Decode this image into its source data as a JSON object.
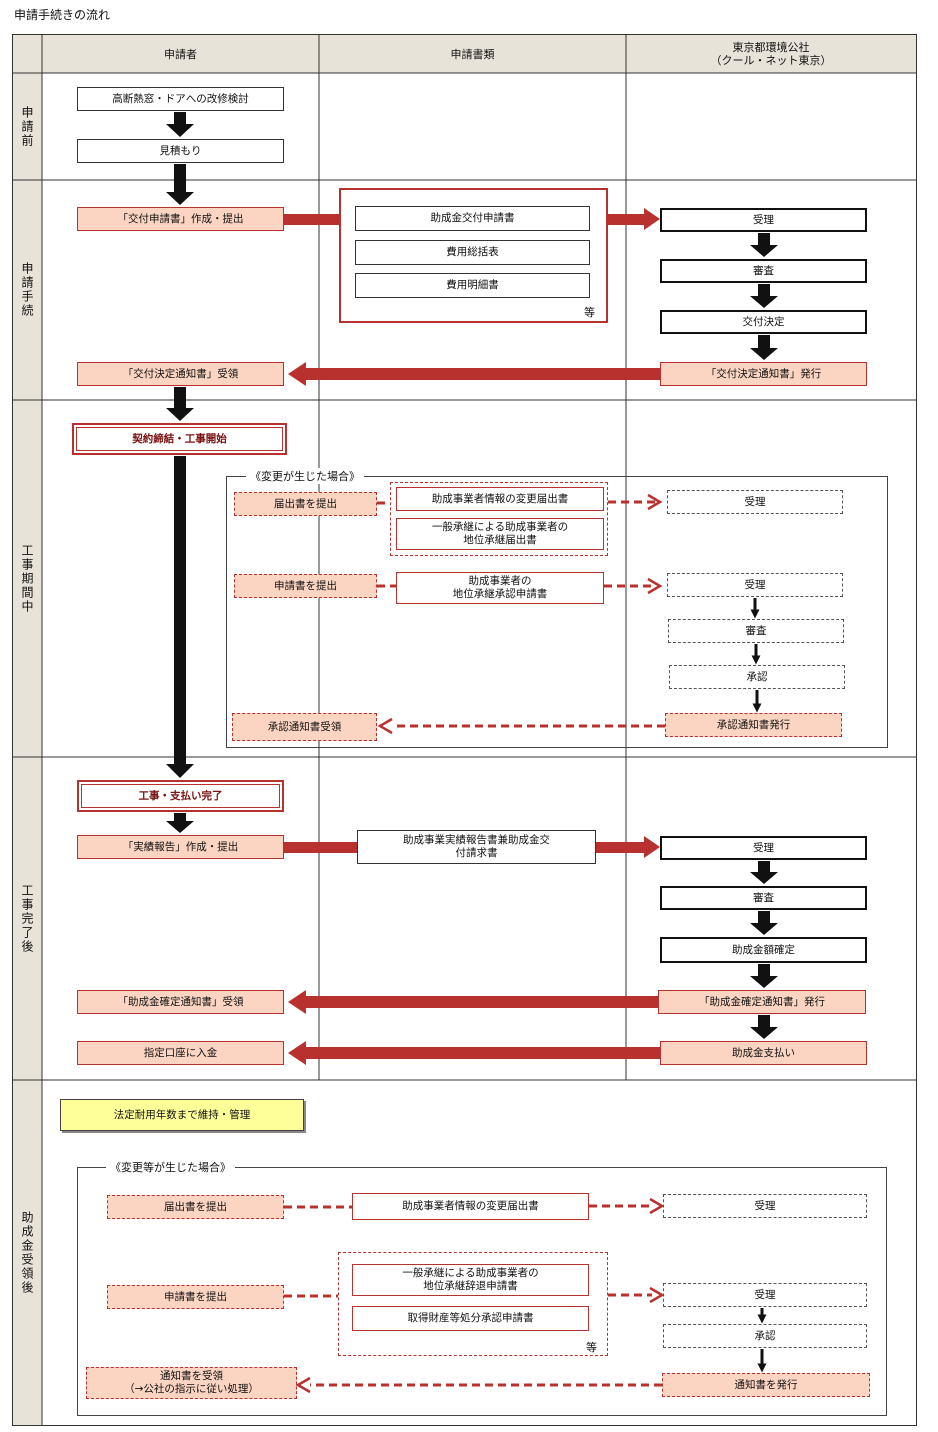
{
  "title": "申請手続きの流れ",
  "headers": {
    "col1": "申請者",
    "col2": "申請書類",
    "col3_line1": "東京都環境公社",
    "col3_line2": "（クール・ネット東京）"
  },
  "rows": {
    "r1": "申請前",
    "r2": "申請手続",
    "r3": "工事期間中",
    "r4": "工事完了後",
    "r5": "助成金受領後"
  },
  "stage1": {
    "kaishu": "高断熱窓・ドアへの改修検討",
    "mitsumori": "見積もり"
  },
  "stage2": {
    "teishutsu": "「交付申請書」作成・提出",
    "doc1": "助成金交付申請書",
    "doc2": "費用総括表",
    "doc3": "費用明細書",
    "etc": "等",
    "juri": "受理",
    "shinsa": "審査",
    "kettei": "交付決定",
    "hakko": "「交付決定通知書」発行",
    "juryo": "「交付決定通知書」受領"
  },
  "stage3": {
    "keiyaku": "契約締結・工事開始",
    "group_label": "《変更が生じた場合》",
    "todoke": "届出書を提出",
    "henko_doc": "助成事業者情報の変更届出書",
    "shoukei_doc_l1": "一般承継による助成事業者の",
    "shoukei_doc_l2": "地位承継届出書",
    "juri1": "受理",
    "shinsei": "申請書を提出",
    "shonin_doc_l1": "助成事業者の",
    "shonin_doc_l2": "地位承継承認申請書",
    "juri2": "受理",
    "shinsa": "審査",
    "shonin": "承認",
    "tsuchi_hakko": "承認通知書発行",
    "tsuchi_juryo": "承認通知書受領"
  },
  "stage4": {
    "kanryo": "工事・支払い完了",
    "jisseki": "「実績報告」作成・提出",
    "houkoku_l1": "助成事業実績報告書兼助成金交",
    "houkoku_l2": "付請求書",
    "juri": "受理",
    "shinsa": "審査",
    "kakutei": "助成金額確定",
    "kakutei_hakko": "「助成金確定通知書」発行",
    "kakutei_juryo": "「助成金確定通知書」受領",
    "shiharai": "助成金支払い",
    "nyukin": "指定口座に入金"
  },
  "stage5": {
    "iji": "法定耐用年数まで維持・管理",
    "group_label": "《変更等が生じた場合》",
    "todoke": "届出書を提出",
    "henko_doc": "助成事業者情報の変更届出書",
    "juri1": "受理",
    "shinsei": "申請書を提出",
    "jitai_l1": "一般承継による助成事業者の",
    "jitai_l2": "地位承継辞退申請書",
    "zaisan": "取得財産等処分承認申請書",
    "etc": "等",
    "juri2": "受理",
    "shonin": "承認",
    "hakko": "通知書を発行",
    "juryo_l1": "通知書を受領",
    "juryo_l2": "（→公社の指示に従い処理）"
  }
}
